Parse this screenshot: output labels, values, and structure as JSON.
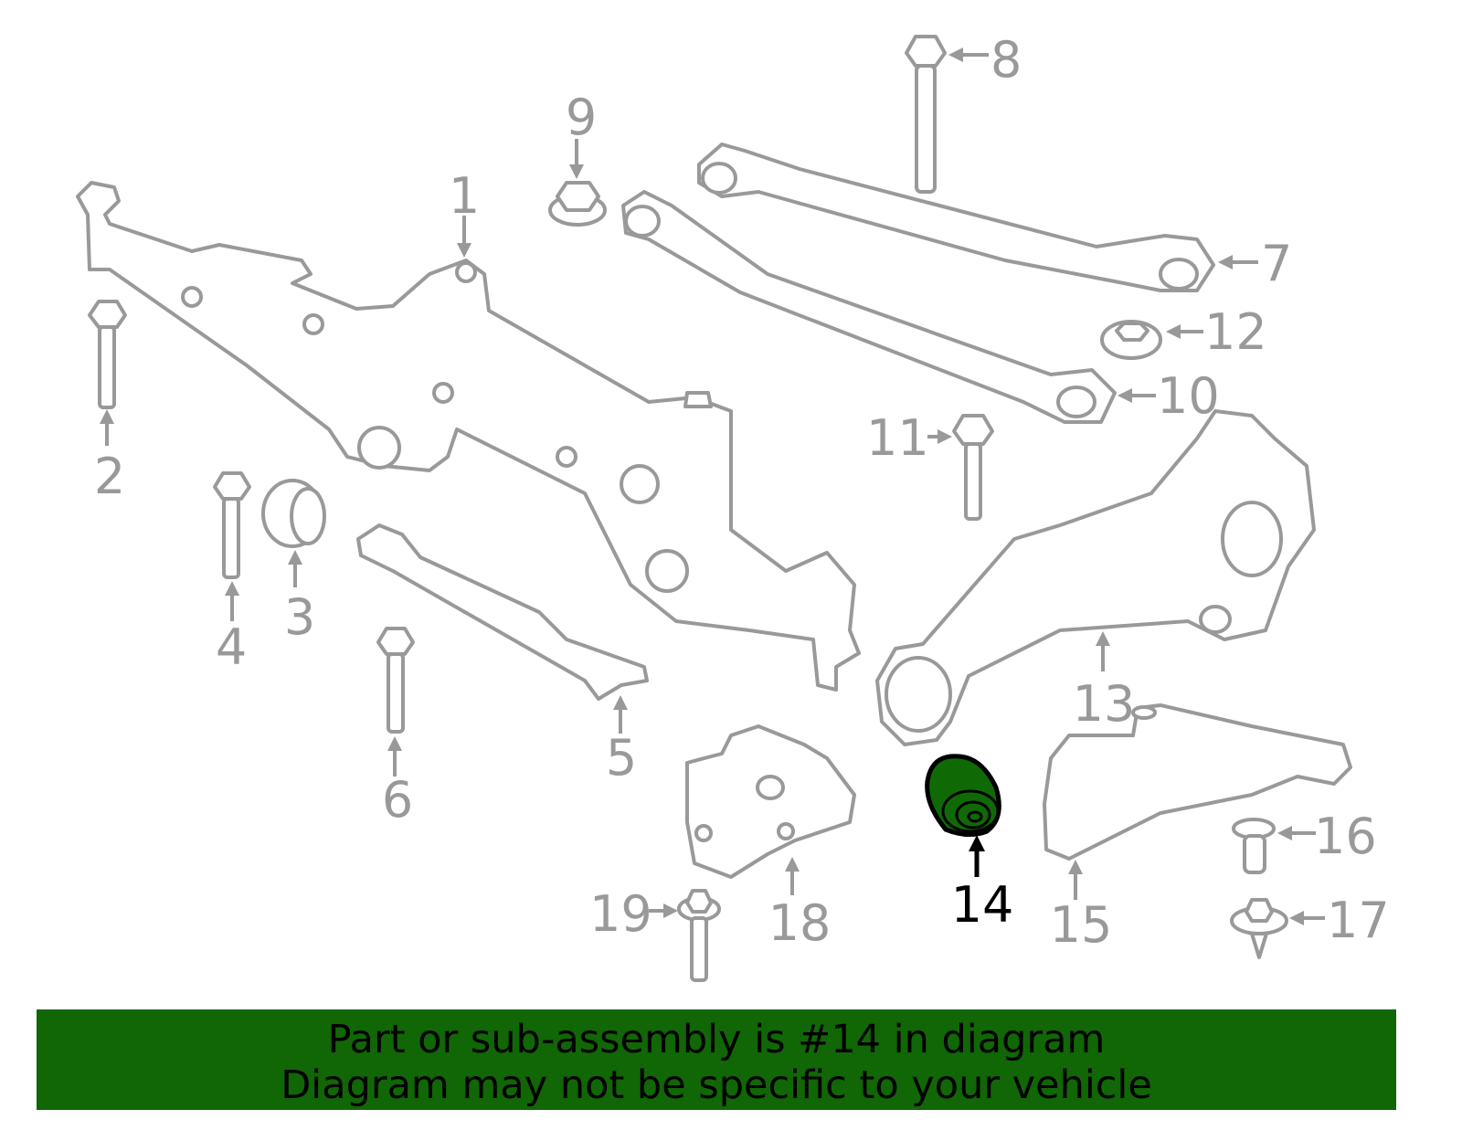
{
  "diagram": {
    "callouts": [
      "1",
      "2",
      "3",
      "4",
      "5",
      "6",
      "7",
      "8",
      "9",
      "10",
      "11",
      "12",
      "13",
      "14",
      "15",
      "16",
      "17",
      "18",
      "19"
    ],
    "highlighted_part": "14",
    "colors": {
      "line": "#999999",
      "highlight": "#0f6a06",
      "banner": "#116605"
    }
  },
  "banner": {
    "line1": "Part or sub-assembly is #14 in diagram",
    "line2": "Diagram may not be specific to your vehicle"
  }
}
